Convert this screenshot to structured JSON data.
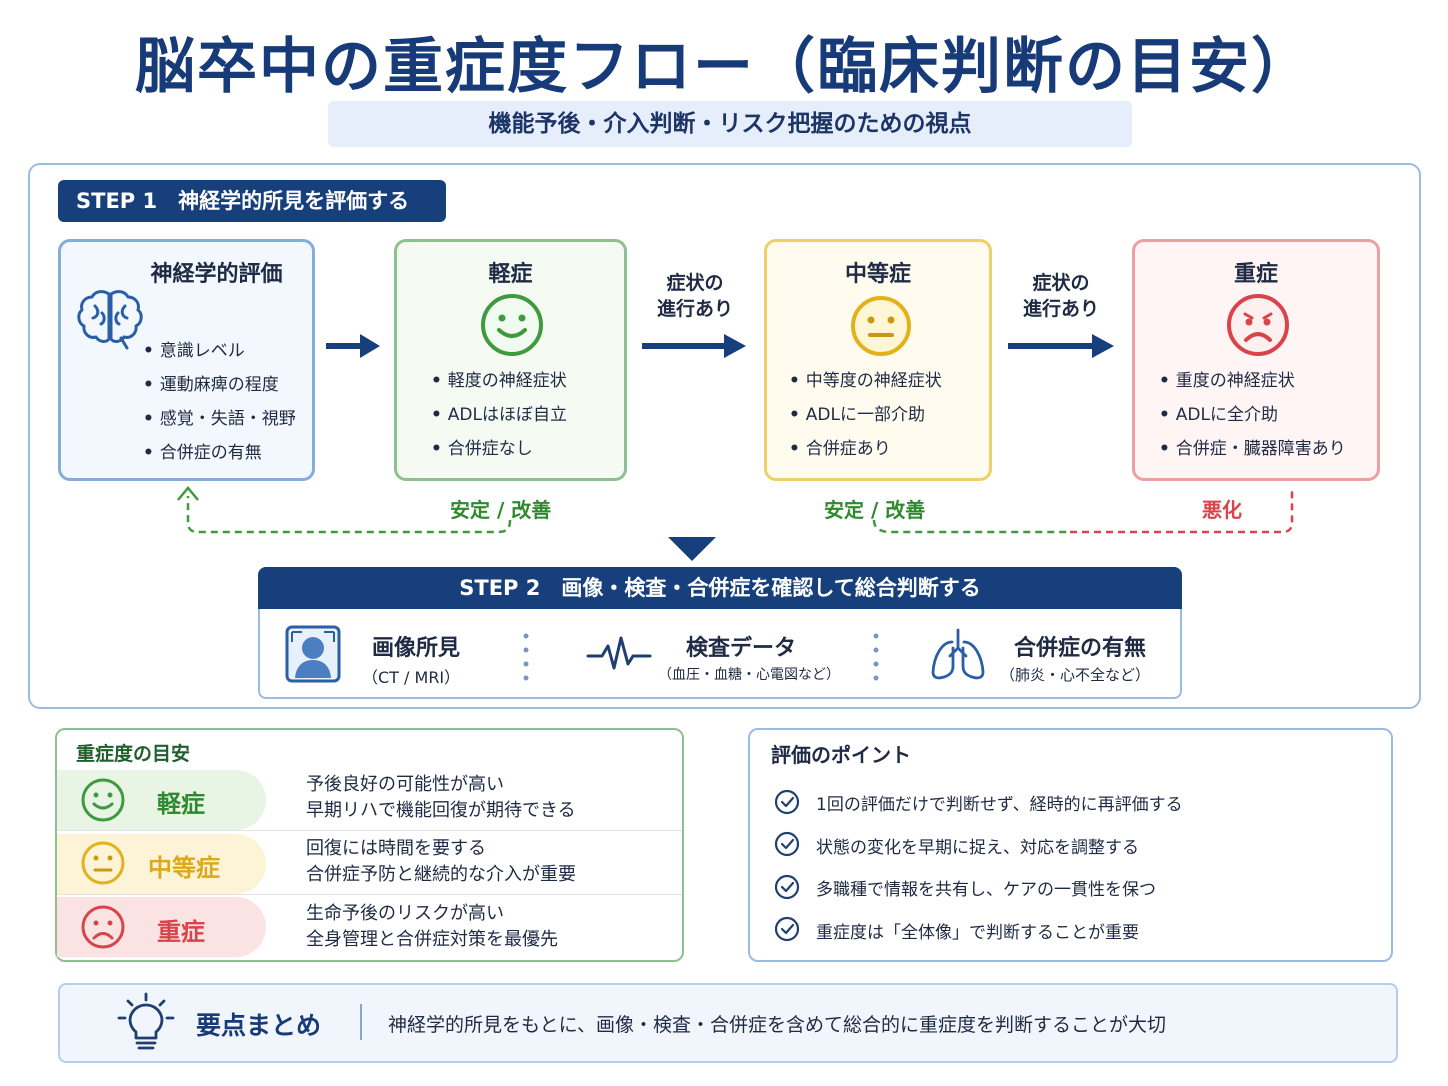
{
  "title": "脳卒中の重症度フロー（臨床判断の目安）",
  "subtitle": "機能予後・介入判断・リスク把握のための視点",
  "step1": {
    "label": "STEP 1　神経学的所見を評価する",
    "neuro": {
      "title": "神経学的評価",
      "items": [
        "意識レベル",
        "運動麻痺の程度",
        "感覚・失語・視野",
        "合併症の有無"
      ]
    },
    "mild": {
      "title": "軽症",
      "items": [
        "軽度の神経症状",
        "ADLはほぼ自立",
        "合併症なし"
      ]
    },
    "moderate": {
      "title": "中等症",
      "items": [
        "中等度の神経症状",
        "ADLに一部介助",
        "合併症あり"
      ]
    },
    "severe": {
      "title": "重症",
      "items": [
        "重度の神経症状",
        "ADLに全介助",
        "合併症・臓器障害あり"
      ]
    },
    "progress_line1": "症状の",
    "progress_line2": "進行あり",
    "stable": "安定 / 改善",
    "worse": "悪化"
  },
  "step2": {
    "label": "STEP 2　画像・検査・合併症を確認して総合判断する",
    "imaging": {
      "main": "画像所見",
      "sub": "（CT / MRI）"
    },
    "tests": {
      "main": "検査データ",
      "sub": "（血圧・血糖・心電図など）"
    },
    "complications": {
      "main": "合併症の有無",
      "sub": "（肺炎・心不全など）"
    }
  },
  "guide": {
    "title": "重症度の目安",
    "rows": [
      {
        "label": "軽症",
        "line1": "予後良好の可能性が高い",
        "line2": "早期リハで機能回復が期待できる"
      },
      {
        "label": "中等症",
        "line1": "回復には時間を要する",
        "line2": "合併症予防と継続的な介入が重要"
      },
      {
        "label": "重症",
        "line1": "生命予後のリスクが高い",
        "line2": "全身管理と合併症対策を最優先"
      }
    ]
  },
  "points": {
    "title": "評価のポイント",
    "items": [
      "1回の評価だけで判断せず、経時的に再評価する",
      "状態の変化を早期に捉え、対応を調整する",
      "多職種で情報を共有し、ケアの一貫性を保つ",
      "重症度は「全体像」で判断することが重要"
    ]
  },
  "summary": {
    "title": "要点まとめ",
    "text": "神経学的所見をもとに、画像・検査・合併症を含めて総合的に重症度を判断することが大切"
  },
  "colors": {
    "navy": "#173f7c",
    "green": "#3f9a3f",
    "yellow": "#e2b21c",
    "red": "#d9444a",
    "blue_border": "#9dbbe0"
  }
}
